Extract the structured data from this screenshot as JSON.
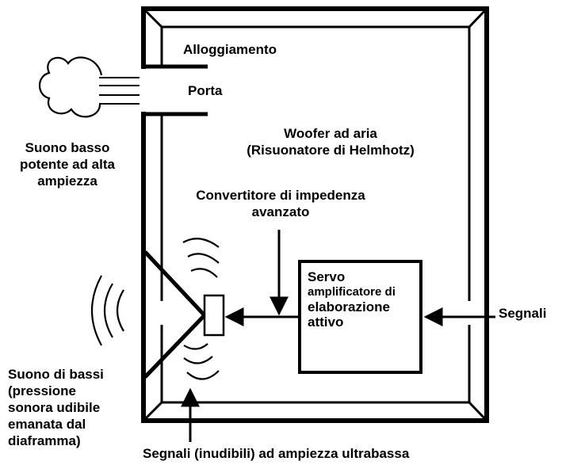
{
  "labels": {
    "housing": "Alloggiamento",
    "port": "Porta",
    "woofer": [
      "Woofer ad aria",
      "(Risuonatore di Helmhotz)"
    ],
    "loud_sound": [
      "Suono basso",
      "potente ad alta",
      "ampiezza"
    ],
    "converter": [
      "Convertitore di impedenza",
      "avanzato"
    ],
    "servo": [
      "Servo",
      "amplificatore di",
      "elaborazione",
      "attivo"
    ],
    "signals_in": "Segnali",
    "bass_sound": [
      "Suono di bassi",
      "(pressione",
      "sonora udibile",
      "emanata dal",
      "diaframma)"
    ],
    "ultralow_signals": "Segnali (inudibili) ad ampiezza ultrabassa"
  },
  "colors": {
    "stroke": "#000000",
    "background": "#ffffff",
    "text": "#000000"
  }
}
